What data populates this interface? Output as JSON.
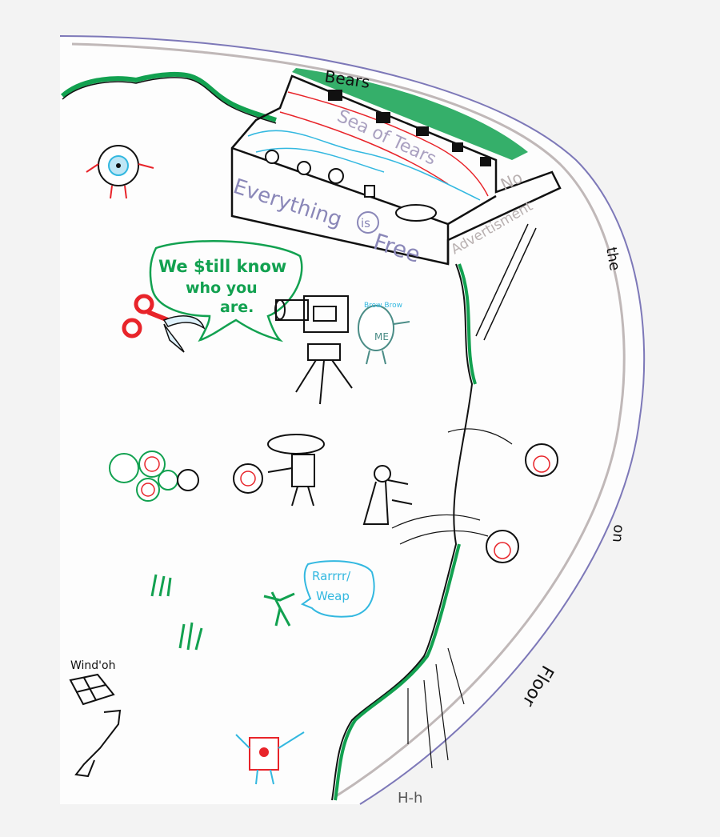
{
  "drawing": {
    "labels": {
      "bears": "Bears",
      "sea_of_tears": "Sea of Tears",
      "everything": "Everything",
      "is": "is",
      "free": "Free",
      "no": "No",
      "advertisment": "Advertisment",
      "speech_line1": "We $till know",
      "speech_line2": "who you",
      "speech_line3": "are.",
      "brow_brow": "Brow Brow",
      "me": "ME",
      "rarr_line1": "Rarrrr/",
      "rarr_line2": "Weap",
      "windoh": "Wind'oh",
      "the": "the",
      "on": "on",
      "floor": "Floor",
      "signature": "H-h"
    },
    "colors": {
      "background": "#f3f3f3",
      "paper": "#fdfdfd",
      "ink": "#111111",
      "green": "#12a150",
      "red": "#e8242a",
      "cyan": "#33b8e0",
      "lavender": "#8a87b8",
      "grey_pencil": "#b8b0b0",
      "teal": "#4a8c86"
    }
  }
}
